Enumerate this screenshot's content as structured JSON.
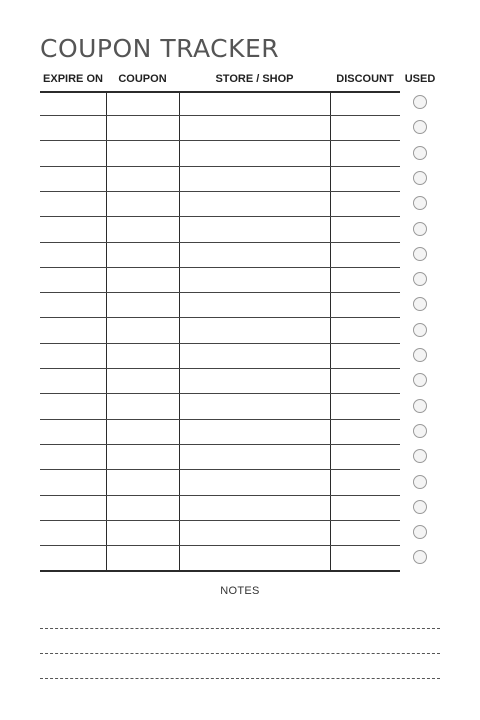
{
  "title": "COUPON TRACKER",
  "columns": {
    "expire_on": "EXPIRE ON",
    "coupon": "COUPON",
    "store_shop": "STORE / SHOP",
    "discount": "DISCOUNT",
    "used": "USED"
  },
  "rows": [
    {
      "expire_on": "",
      "coupon": "",
      "store_shop": "",
      "discount": "",
      "used": false
    },
    {
      "expire_on": "",
      "coupon": "",
      "store_shop": "",
      "discount": "",
      "used": false
    },
    {
      "expire_on": "",
      "coupon": "",
      "store_shop": "",
      "discount": "",
      "used": false
    },
    {
      "expire_on": "",
      "coupon": "",
      "store_shop": "",
      "discount": "",
      "used": false
    },
    {
      "expire_on": "",
      "coupon": "",
      "store_shop": "",
      "discount": "",
      "used": false
    },
    {
      "expire_on": "",
      "coupon": "",
      "store_shop": "",
      "discount": "",
      "used": false
    },
    {
      "expire_on": "",
      "coupon": "",
      "store_shop": "",
      "discount": "",
      "used": false
    },
    {
      "expire_on": "",
      "coupon": "",
      "store_shop": "",
      "discount": "",
      "used": false
    },
    {
      "expire_on": "",
      "coupon": "",
      "store_shop": "",
      "discount": "",
      "used": false
    },
    {
      "expire_on": "",
      "coupon": "",
      "store_shop": "",
      "discount": "",
      "used": false
    },
    {
      "expire_on": "",
      "coupon": "",
      "store_shop": "",
      "discount": "",
      "used": false
    },
    {
      "expire_on": "",
      "coupon": "",
      "store_shop": "",
      "discount": "",
      "used": false
    },
    {
      "expire_on": "",
      "coupon": "",
      "store_shop": "",
      "discount": "",
      "used": false
    },
    {
      "expire_on": "",
      "coupon": "",
      "store_shop": "",
      "discount": "",
      "used": false
    },
    {
      "expire_on": "",
      "coupon": "",
      "store_shop": "",
      "discount": "",
      "used": false
    },
    {
      "expire_on": "",
      "coupon": "",
      "store_shop": "",
      "discount": "",
      "used": false
    },
    {
      "expire_on": "",
      "coupon": "",
      "store_shop": "",
      "discount": "",
      "used": false
    },
    {
      "expire_on": "",
      "coupon": "",
      "store_shop": "",
      "discount": "",
      "used": false
    },
    {
      "expire_on": "",
      "coupon": "",
      "store_shop": "",
      "discount": "",
      "used": false
    }
  ],
  "notes": {
    "label": "NOTES",
    "lines": [
      "",
      "",
      ""
    ]
  }
}
